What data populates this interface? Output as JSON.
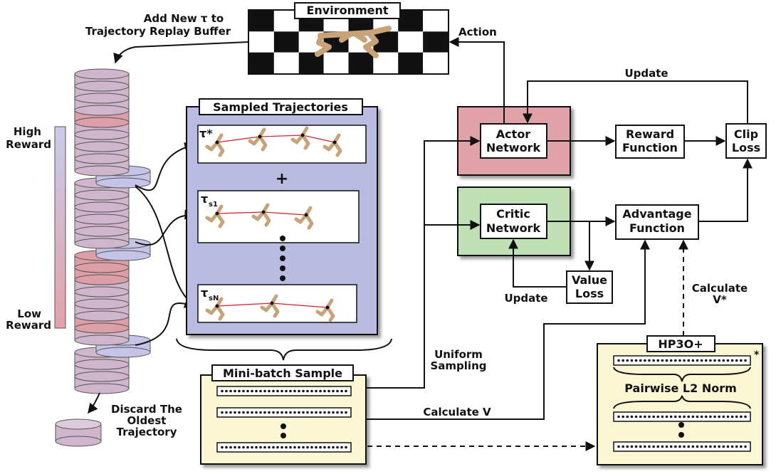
{
  "environment": {
    "title": "Environment"
  },
  "replay_buffer": {
    "add_label_line1": "Add New τ to",
    "add_label_line2": "Trajectory Replay Buffer"
  },
  "reward_scale": {
    "high_line1": "High",
    "high_line2": "Reward",
    "low_line1": "Low",
    "low_line2": "Reward"
  },
  "discard": {
    "line1": "Discard The",
    "line2": "Oldest",
    "line3": "Trajectory"
  },
  "sampled": {
    "title": "Sampled Trajectories",
    "plus": "+",
    "tau_star": "τ*",
    "tau_s1": "τ",
    "tau_s1_sub": "s1",
    "tau_sn": "τ",
    "tau_sn_sub": "sN"
  },
  "minibatch": {
    "title": "Mini-batch Sample"
  },
  "actor": {
    "line1": "Actor",
    "line2": "Network"
  },
  "critic": {
    "line1": "Critic",
    "line2": "Network"
  },
  "reward_fn": {
    "line1": "Reward",
    "line2": "Function"
  },
  "clip_loss": {
    "line1": "Clip",
    "line2": "Loss"
  },
  "advantage": {
    "line1": "Advantage",
    "line2": "Function"
  },
  "value_loss": {
    "line1": "Value",
    "line2": "Loss"
  },
  "hp3o": {
    "title": "HP3O+",
    "star": "*",
    "norm": "Pairwise L2 Norm"
  },
  "edges": {
    "action": "Action",
    "update_top": "Update",
    "update_critic": "Update",
    "uniform_line1": "Uniform",
    "uniform_line2": "Sampling",
    "calc_v": "Calculate V",
    "calc_vstar_line1": "Calculate",
    "calc_vstar_line2": "V*"
  },
  "colors": {
    "actor_fill": "#e0a2a6",
    "critic_fill": "#bfe0b4",
    "sampled_fill": "#b9bce0",
    "yellow_fill": "#fbf6d3",
    "disk_fill": "#cfb6cc",
    "disk_red": "#dc9ea7",
    "disk_blue": "#c6c4e6",
    "limb": "#c8a278"
  }
}
